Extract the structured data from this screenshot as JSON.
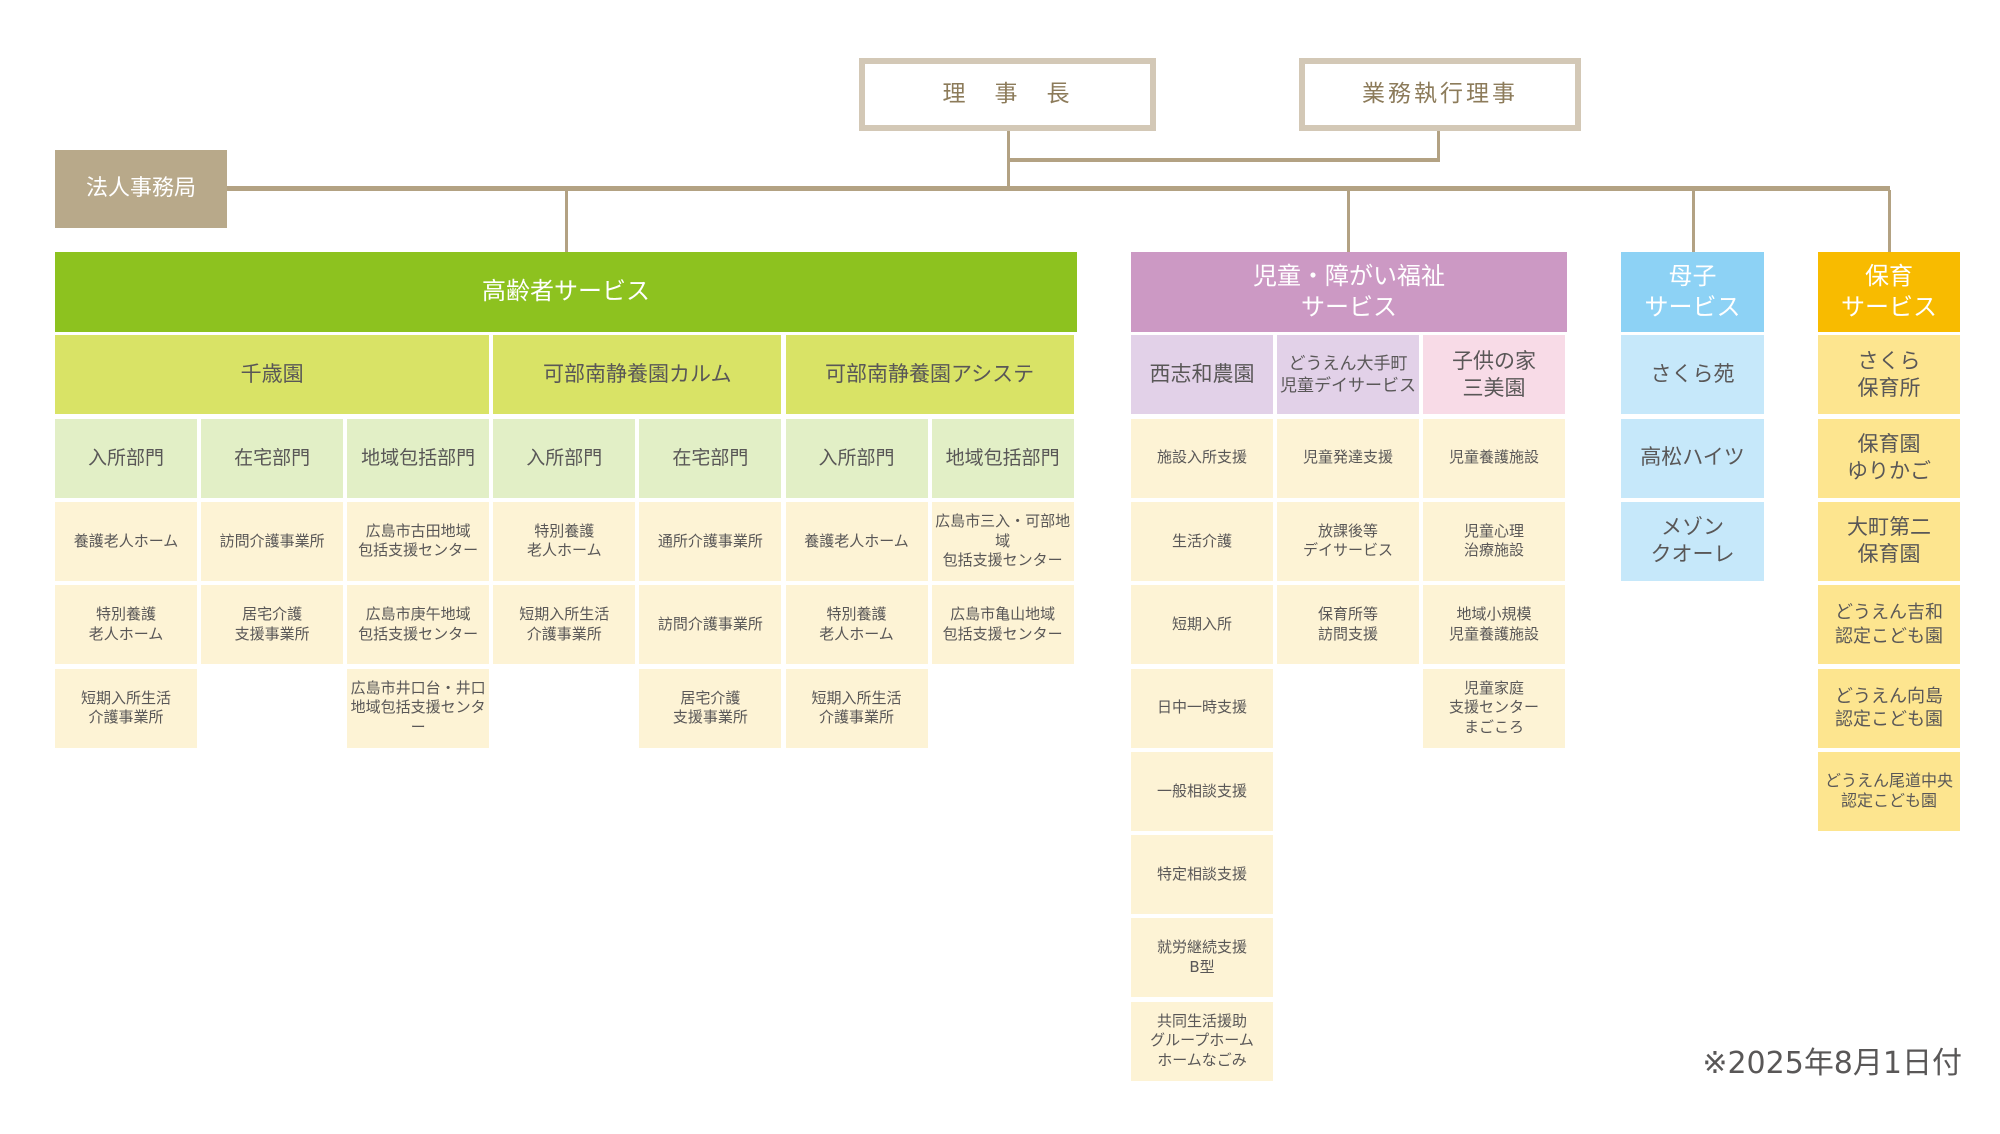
{
  "top": {
    "chairman": "理　事　長",
    "executive": "業務執行理事"
  },
  "hq": "法人事務局",
  "colors": {
    "line": "#b3a283",
    "elderly": "#8dc21f",
    "elderly_fac": "#d9e366",
    "elderly_dept": "#e2efc6",
    "item": "#fdf3d5",
    "child": "#cc99c4",
    "child_fac1": "#e2d1e8",
    "child_fac2": "#f8dbe7",
    "mother": "#8dd2f5",
    "mother_item": "#c6e8fa",
    "nursery": "#f8bb00",
    "nursery_item": "#fde58f"
  },
  "elderly": {
    "title": "高齢者サービス",
    "facilities": [
      "千歳園",
      "可部南静養園カルム",
      "可部南静養園アシステ"
    ],
    "columns": [
      {
        "dept": "入所部門",
        "items": [
          "養護老人ホーム",
          "特別養護\n老人ホーム",
          "短期入所生活\n介護事業所"
        ]
      },
      {
        "dept": "在宅部門",
        "items": [
          "訪問介護事業所",
          "居宅介護\n支援事業所"
        ]
      },
      {
        "dept": "地域包括部門",
        "items": [
          "広島市古田地域\n包括支援センター",
          "広島市庚午地域\n包括支援センター",
          "広島市井口台・井口\n地域包括支援センター"
        ]
      },
      {
        "dept": "入所部門",
        "items": [
          "特別養護\n老人ホーム",
          "短期入所生活\n介護事業所"
        ]
      },
      {
        "dept": "在宅部門",
        "items": [
          "通所介護事業所",
          "訪問介護事業所",
          "居宅介護\n支援事業所"
        ]
      },
      {
        "dept": "入所部門",
        "items": [
          "養護老人ホーム",
          "特別養護\n老人ホーム",
          "短期入所生活\n介護事業所"
        ]
      },
      {
        "dept": "地域包括部門",
        "items": [
          "広島市三入・可部地域\n包括支援センター",
          "広島市亀山地域\n包括支援センター"
        ]
      }
    ]
  },
  "children": {
    "title": "児童・障がい福祉\nサービス",
    "columns": [
      {
        "facility": "西志和農園",
        "items": [
          "施設入所支援",
          "生活介護",
          "短期入所",
          "日中一時支援",
          "一般相談支援",
          "特定相談支援",
          "就労継続支援\nB型",
          "共同生活援助\nグループホーム\nホームなごみ"
        ]
      },
      {
        "facility": "どうえん大手町\n児童デイサービス",
        "items": [
          "児童発達支援",
          "放課後等\nデイサービス",
          "保育所等\n訪問支援"
        ]
      },
      {
        "facility": "子供の家\n三美園",
        "items": [
          "児童養護施設",
          "児童心理\n治療施設",
          "地域小規模\n児童養護施設",
          "児童家庭\n支援センター\nまごころ"
        ]
      }
    ]
  },
  "mother": {
    "title": "母子\nサービス",
    "items": [
      "さくら苑",
      "高松ハイツ",
      "メゾン\nクオーレ"
    ]
  },
  "nursery": {
    "title": "保育\nサービス",
    "items": [
      "さくら\n保育所",
      "保育園\nゆりかご",
      "大町第二\n保育園",
      "どうえん吉和\n認定こども園",
      "どうえん向島\n認定こども園",
      "どうえん尾道中央\n認定こども園"
    ]
  },
  "date": "※2025年8月1日付"
}
